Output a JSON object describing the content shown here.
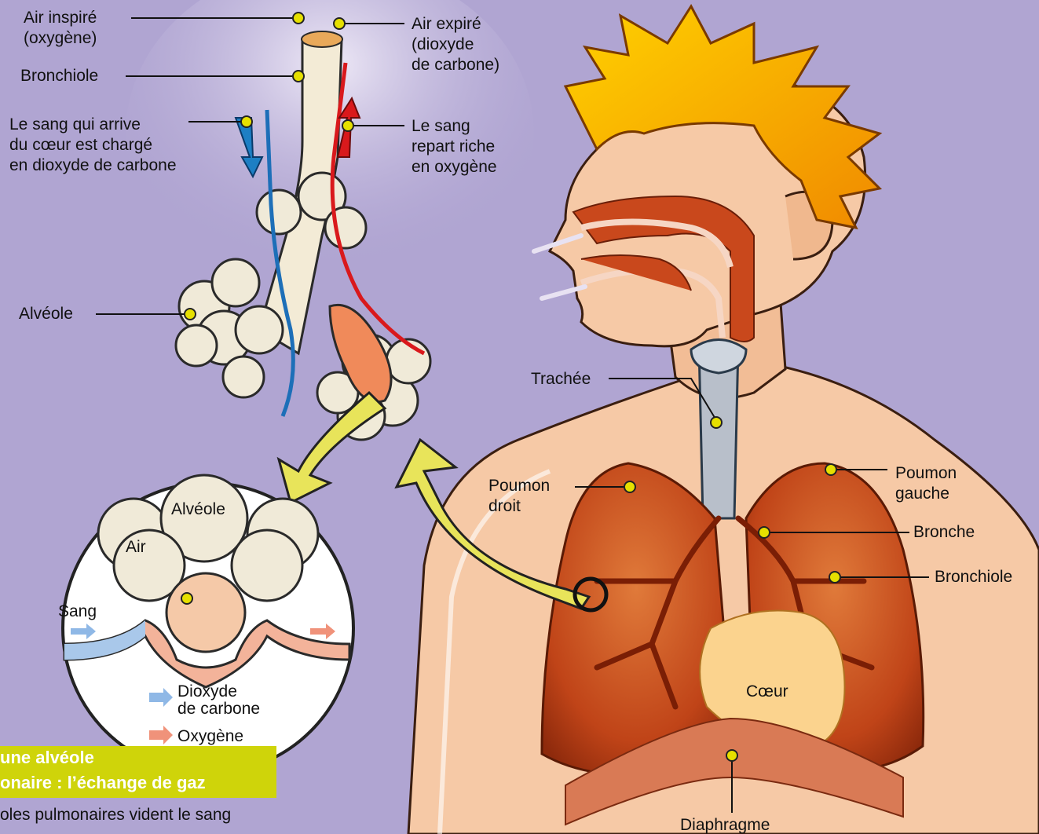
{
  "colors": {
    "background": "#b0a5d2",
    "lung": "#c9481c",
    "oxygen_arrow": "#d9191c",
    "co2_arrow": "#1d7fc4",
    "highlight_arrow": "#e8e45a",
    "title_box": "#cfd40a",
    "marker": "#e6e000"
  },
  "labels": {
    "air_inspire": "Air inspiré\n(oxygène)",
    "air_expire": "Air expiré\n(dioxyde\nde carbone)",
    "bronchiole_top": "Bronchiole",
    "sang_arrive": "Le sang qui arrive\ndu cœur est chargé\nen dioxyde de carbone",
    "sang_repart": "Le sang\nrepart riche\nen oxygène",
    "alveole": "Alvéole",
    "trachee": "Trachée",
    "poumon_droit": "Poumon\ndroit",
    "poumon_gauche": "Poumon\ngauche",
    "bronche": "Bronche",
    "bronchiole_right": "Bronchiole",
    "coeur": "Cœur",
    "diaphragme": "Diaphragme"
  },
  "inset": {
    "alveole": "Alvéole",
    "air": "Air",
    "sang": "Sang",
    "legend": [
      {
        "label": "Dioxyde\nde carbone",
        "color": "#8fb8e6"
      },
      {
        "label": "Oxygène",
        "color": "#f0927a"
      }
    ]
  },
  "title": {
    "line1": "une alvéole",
    "line2": "onaire : l’échange de gaz"
  },
  "caption": "oles pulmonaires vident le sang"
}
